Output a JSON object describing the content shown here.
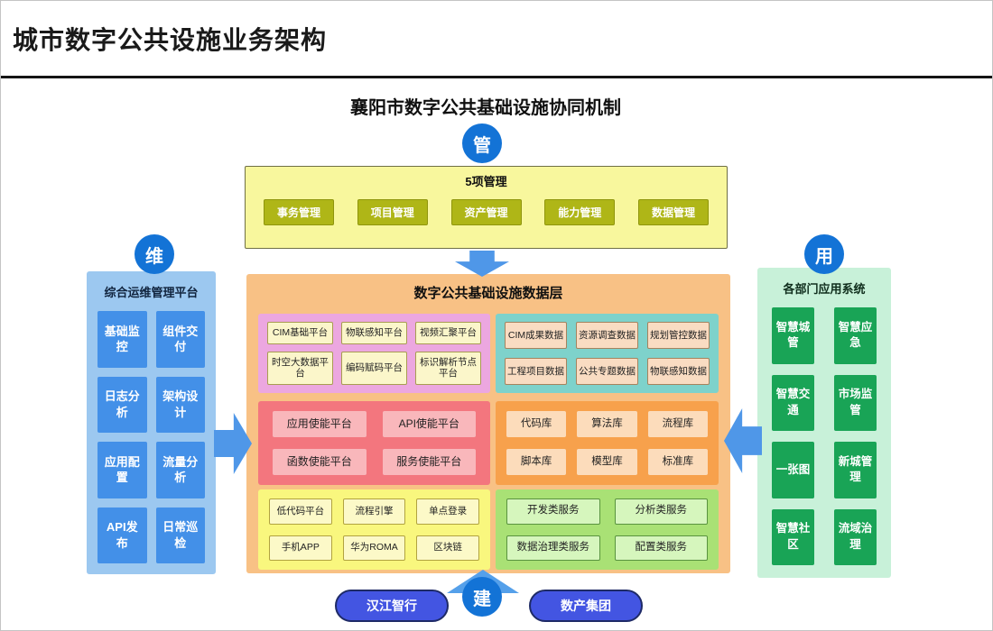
{
  "page": {
    "title": "城市数字公共设施业务架构",
    "subtitle": "襄阳市数字公共基础设施协同机制"
  },
  "badges": {
    "manage": "管",
    "maintain": "维",
    "use": "用",
    "build": "建"
  },
  "management_box": {
    "title": "5项管理",
    "items": [
      "事务管理",
      "项目管理",
      "资产管理",
      "能力管理",
      "数据管理"
    ]
  },
  "left_panel": {
    "title": "综合运维管理平台",
    "items": [
      "基础监控",
      "组件交付",
      "日志分析",
      "架构设计",
      "应用配置",
      "流量分析",
      "API发布",
      "日常巡检"
    ]
  },
  "right_panel": {
    "title": "各部门应用系统",
    "items": [
      "智慧城管",
      "智慧应急",
      "智慧交通",
      "市场监管",
      "一张图",
      "新城管理",
      "智慧社区",
      "流域治理"
    ]
  },
  "center_panel": {
    "title": "数字公共基础设施数据层",
    "platform_box": {
      "items": [
        "CIM基础平台",
        "物联感知平台",
        "视频汇聚平台",
        "时空大数据平台",
        "编码赋码平台",
        "标识解析节点平台"
      ]
    },
    "data_box": {
      "items": [
        "CIM成果数据",
        "资源调查数据",
        "规划管控数据",
        "工程项目数据",
        "公共专题数据",
        "物联感知数据"
      ]
    },
    "enable_box": {
      "items": [
        "应用使能平台",
        "API使能平台",
        "函数使能平台",
        "服务使能平台"
      ]
    },
    "library_box": {
      "items": [
        "代码库",
        "算法库",
        "流程库",
        "脚本库",
        "模型库",
        "标准库"
      ]
    },
    "tool_box": {
      "items": [
        "低代码平台",
        "流程引擎",
        "单点登录",
        "手机APP",
        "华为ROMA",
        "区块链"
      ]
    },
    "service_box": {
      "items": [
        "开发类服务",
        "分析类服务",
        "数据治理类服务",
        "配置类服务"
      ]
    }
  },
  "bottom": {
    "partners": [
      "汉江智行",
      "数产集团"
    ]
  },
  "colors": {
    "badge_blue": "#1373d6",
    "arrow_blue": "#4f97e8",
    "mgmt_box_bg": "#f8f79d",
    "mgmt_item_bg": "#afb617",
    "ops_panel_bg": "#9cc8f0",
    "ops_item_bg": "#4390e8",
    "apps_panel_bg": "#c8f1d9",
    "apps_item_bg": "#19a456",
    "center_panel_bg": "#f8c185",
    "platform_box_bg": "#eca7e0",
    "data_box_bg": "#7ed2cb",
    "enable_box_bg": "#f3767e",
    "library_box_bg": "#f7a14c",
    "tool_box_bg": "#f9f77e",
    "service_box_bg": "#a9e175",
    "partner_btn_bg": "#4355e2"
  }
}
